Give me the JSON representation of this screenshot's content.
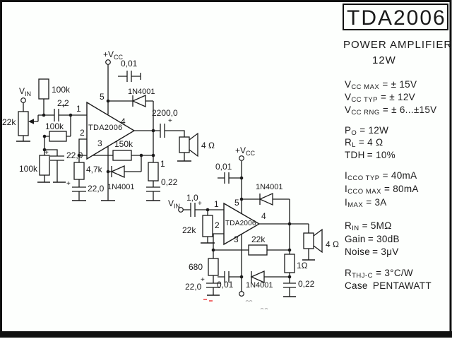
{
  "panel": {
    "title": "TDA2006",
    "subtitle": "POWER AMPLIFIER",
    "power": "12W",
    "specs": [
      {
        "pre": "V",
        "sub": "CC MAX",
        "sep": " = ",
        "value": "± 15V"
      },
      {
        "pre": "V",
        "sub": "CC TYP",
        "sep": " = ",
        "value": "± 12V"
      },
      {
        "pre": "V",
        "sub": "CC RNG",
        "sep": " = ",
        "value": "± 6...±15V"
      },
      {
        "pre": "P",
        "sub": "O",
        "sep": " = ",
        "value": "12W"
      },
      {
        "pre": "R",
        "sub": "L",
        "sep": " = ",
        "value": "4 Ω"
      },
      {
        "pre": "TDH",
        "sub": " ",
        "sep": "= ",
        "value": "10%"
      },
      {
        "pre": "I",
        "sub": "CCO TYP",
        "sep": " = ",
        "value": "40mA"
      },
      {
        "pre": "I",
        "sub": "CCO MAX",
        "sep": " = ",
        "value": "80mA"
      },
      {
        "pre": "I",
        "sub": "MAX",
        "sep": " = ",
        "value": "3A"
      },
      {
        "pre": "R",
        "sub": "IN",
        "sep": " = ",
        "value": "5MΩ"
      },
      {
        "pre": "Gain",
        "sub": " ",
        "sep": "= ",
        "value": "30dB"
      },
      {
        "pre": "Noise",
        "sub": " ",
        "sep": "= ",
        "value": "3μV"
      },
      {
        "pre": "R",
        "sub": "THJ-C",
        "sep": " = ",
        "value": "3°C/W"
      },
      {
        "pre": "Case",
        "sub": " ",
        "sep": " ",
        "value": "PENTAWATT"
      }
    ]
  },
  "sch": {
    "ic": "TDA2006",
    "plus": "+",
    "c1": {
      "vin_pre": "V",
      "vin_sub": "IN",
      "vcc_pre": "+V",
      "vcc_sub": "CC",
      "pot": "22k",
      "r_top": "100k",
      "c_in": "2,2",
      "r_fb_in": "100k",
      "r_div": "100k",
      "c_div": "22,0",
      "r_47k": "4,7k",
      "c_47k": "22,0",
      "c_hf": "0,01",
      "d_top": "1N4001",
      "d_bot": "1N4001",
      "r_fb": "150k",
      "r_z": "1",
      "c_z": "0,22",
      "c_out": "2200,0",
      "spk": "4 Ω",
      "p1": "1",
      "p2": "2",
      "p3": "3",
      "p4": "4",
      "p5": "5"
    },
    "c2": {
      "vin_pre": "V",
      "vin_sub": "IN",
      "vcc_pre": "+V",
      "vcc_sub": "CC",
      "c_in": "1,0",
      "r_in": "22k",
      "r_fb": "22k",
      "r_680": "680",
      "c_680": "22,0",
      "c_hf": "0,01",
      "d_top": "1N4001",
      "c_hf2": "0,01",
      "d_bot": "1N4001",
      "r_z": "1Ω",
      "c_z": "0,22",
      "spk": "4 Ω",
      "p1": "1",
      "p2": "2",
      "p3": "3",
      "p4": "4",
      "p5": "5"
    }
  }
}
